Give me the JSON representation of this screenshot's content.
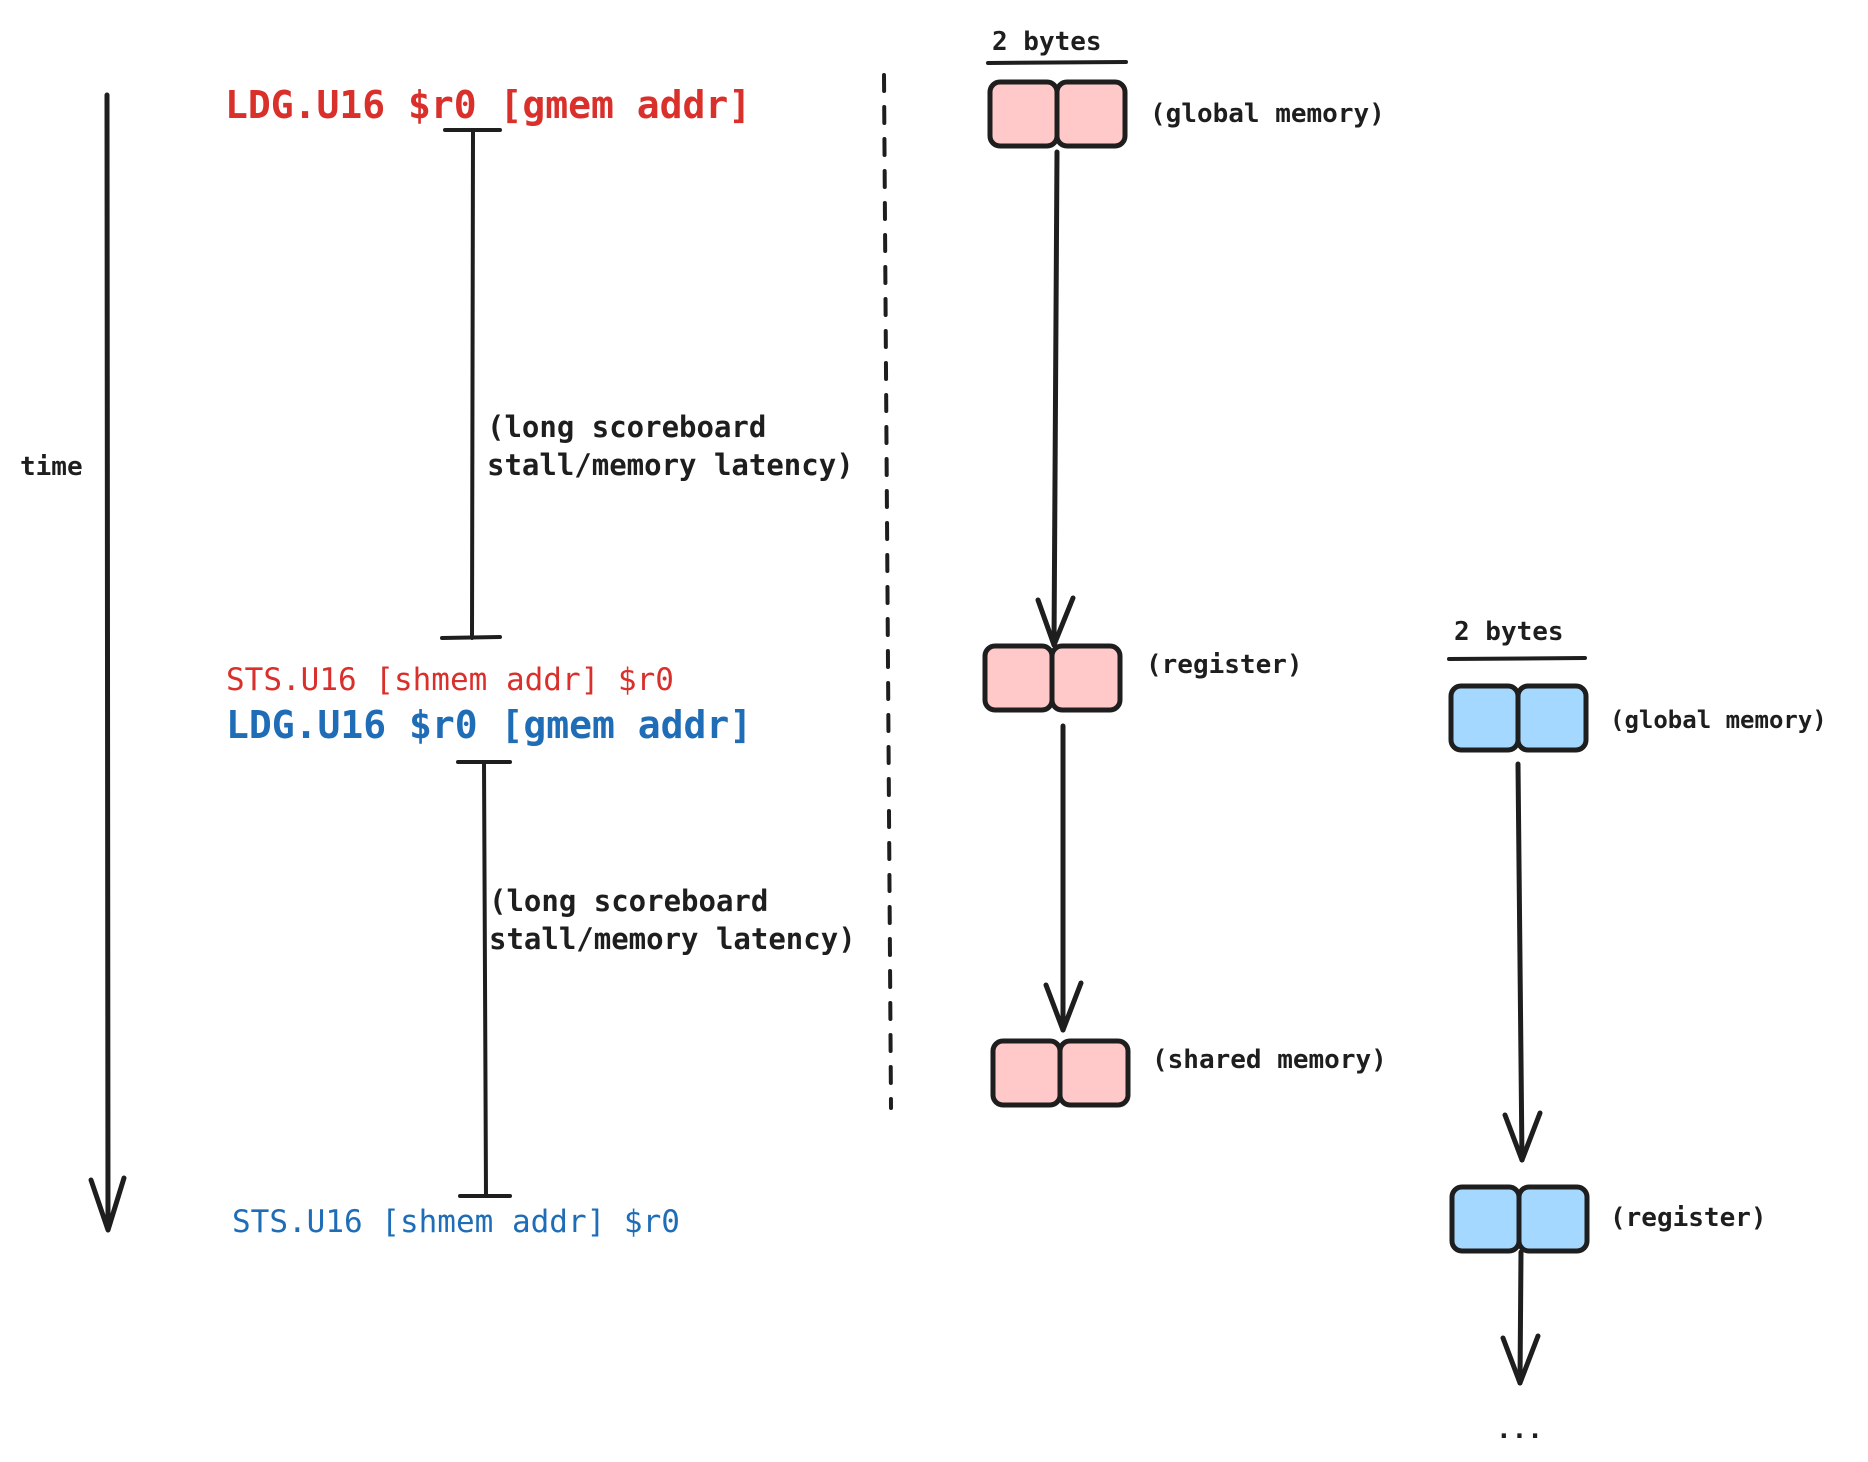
{
  "timeline": {
    "label": "time"
  },
  "instructions": [
    {
      "text": "LDG.U16 $r0 [gmem addr]",
      "color": "#d9302c"
    },
    {
      "text": "STS.U16 [shmem addr] $r0",
      "color": "#d9302c"
    },
    {
      "text": "LDG.U16 $r0 [gmem addr]",
      "color": "#1f6db7"
    },
    {
      "text": "STS.U16 [shmem addr] $r0",
      "color": "#1f6db7"
    }
  ],
  "latency_notes": [
    {
      "line1": "(long scoreboard",
      "line2": "stall/memory latency)"
    },
    {
      "line1": "(long scoreboard",
      "line2": "stall/memory latency)"
    }
  ],
  "red_pipeline": {
    "size_label": "2 bytes",
    "fill_color": "#ffc9c9",
    "stages": [
      "(global memory)",
      "(register)",
      "(shared memory)"
    ]
  },
  "blue_pipeline": {
    "size_label": "2 bytes",
    "fill_color": "#a5d8ff",
    "stages": [
      "(global memory)",
      "(register)"
    ],
    "continuation": "..."
  }
}
